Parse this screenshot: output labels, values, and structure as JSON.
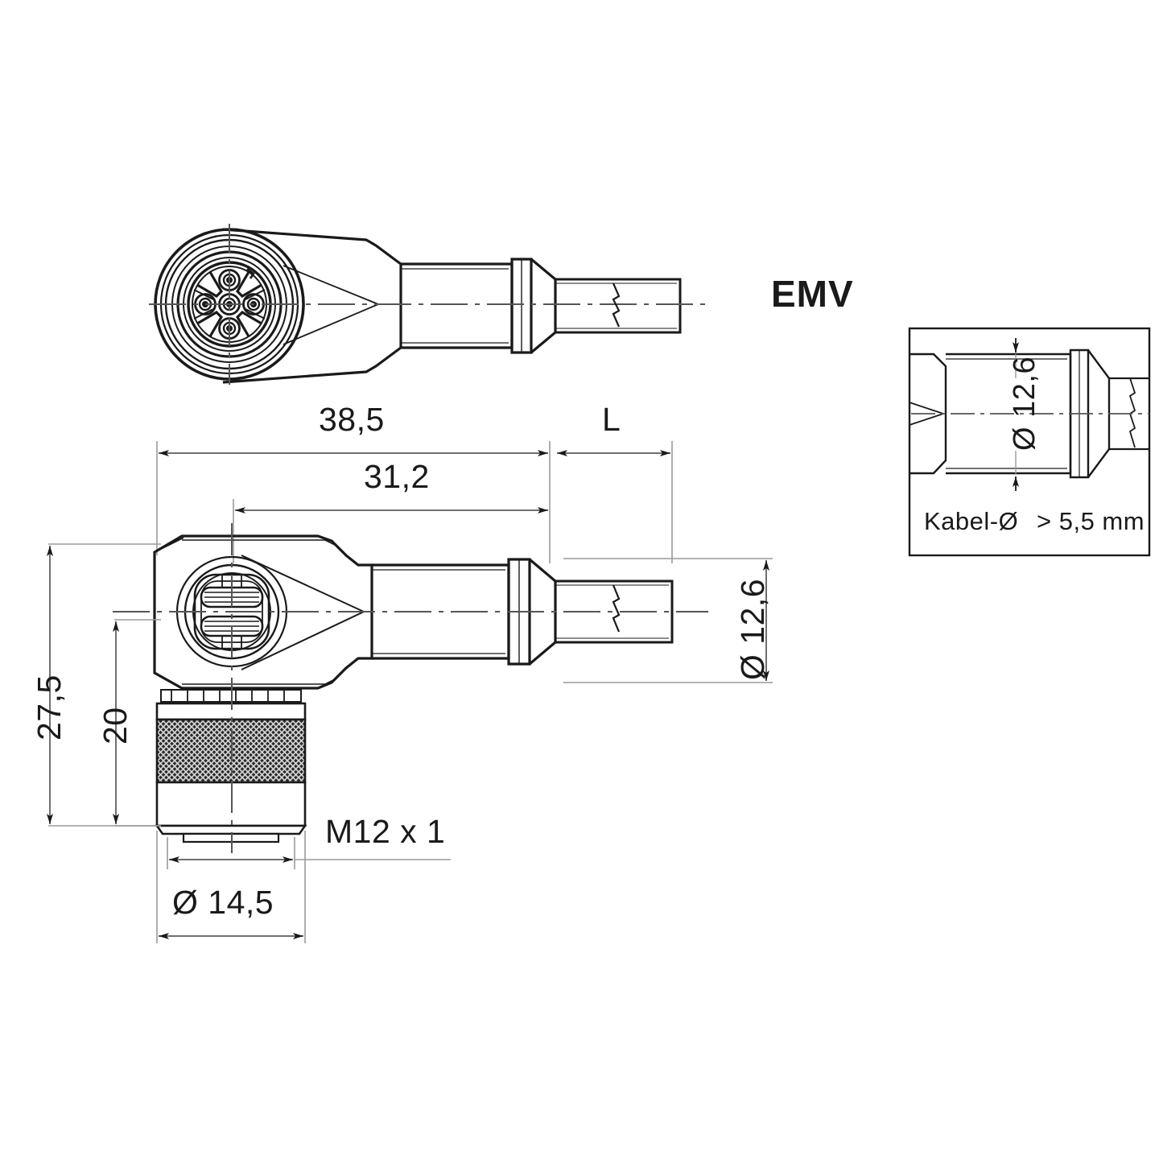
{
  "drawing": {
    "title_mark": "EMV",
    "views": {
      "top_view": {
        "name": "front-face-view",
        "description": "M12 4-pin connector face with angled housing and cable"
      },
      "side_view": {
        "name": "right-angle-side-view",
        "description": "Right angle M12 connector with knurled coupling nut"
      },
      "inset_view": {
        "name": "cable-gland-detail-inset",
        "description": "Cable entry detail box"
      }
    }
  },
  "dimensions": {
    "overall_length": "38,5",
    "body_length": "31,2",
    "cable_length_symbol": "L",
    "total_height": "27,5",
    "body_height": "20",
    "cable_entry_diameter": "Ø 12,6",
    "nut_diameter": "Ø 14,5",
    "thread": "M12 x 1"
  },
  "inset": {
    "diameter_label": "Ø 12,6",
    "cable_label": "Kabel-Ø",
    "cable_value": "> 5,5 mm"
  },
  "colors": {
    "line": "#1a1a1a",
    "thin_line": "#888888",
    "background": "#ffffff",
    "knurl": "#3a3a3a"
  }
}
